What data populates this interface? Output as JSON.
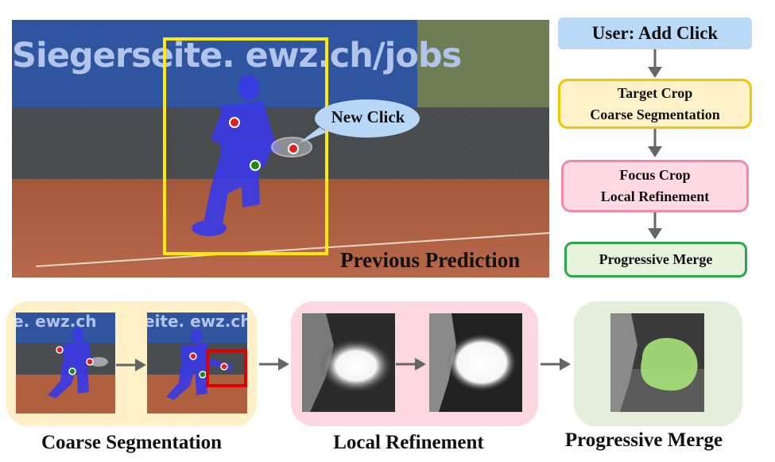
{
  "main_image": {
    "banner_text": "Siegerseite. ewz.ch/jobs",
    "label": "Previous Prediction",
    "callout": "New Click"
  },
  "flow": {
    "step1": "User: Add Click",
    "step2_line1": "Target Crop",
    "step2_line2": "Coarse Segmentation",
    "step3_line1": "Focus Crop",
    "step3_line2": "Local Refinement",
    "step4": "Progressive Merge"
  },
  "bottom": {
    "coarse_caption": "Coarse Segmentation",
    "refine_caption": "Local Refinement",
    "merge_caption": "Progressive Merge",
    "thumb1_banner": "e. ewz.ch",
    "thumb2_banner": "eite. ewz.ch"
  },
  "colors": {
    "mask_blue": "#3a3ae6",
    "positive_click": "#e02020",
    "negative_click": "#1a8a1a",
    "target_box": "#ffeb00",
    "focus_box": "#e00000",
    "flow_step1": "#b9d9f7",
    "flow_step2": "#fff2c8",
    "flow_step3": "#ffd9e4",
    "flow_step4": "#e6f2dc",
    "panel_coarse": "#fdefc6",
    "panel_refine": "#fcd6e0",
    "panel_merge": "#e3eedb",
    "merge_mask": "#a6e07a"
  }
}
